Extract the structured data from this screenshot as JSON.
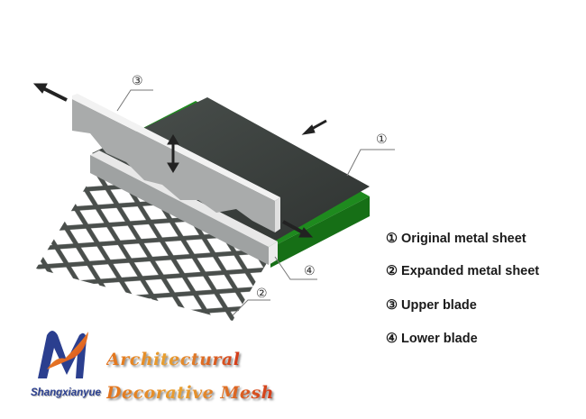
{
  "diagram": {
    "callouts": {
      "c1": "①",
      "c2": "②",
      "c3": "③",
      "c4": "④"
    },
    "legend": [
      {
        "marker": "①",
        "label": "Original metal sheet"
      },
      {
        "marker": "②",
        "label": "Expanded metal sheet"
      },
      {
        "marker": "③",
        "label": "Upper blade"
      },
      {
        "marker": "④",
        "label": "Lower blade"
      }
    ],
    "colors": {
      "base": "#1e8a1e",
      "sheet": "#3d4240",
      "blade": "#a9abab",
      "mesh": "#4a4f4c"
    }
  },
  "brand": {
    "company": "Shangxianyue",
    "tagline_line1": "Architectural",
    "tagline_line2": "Decorative Mesh"
  }
}
